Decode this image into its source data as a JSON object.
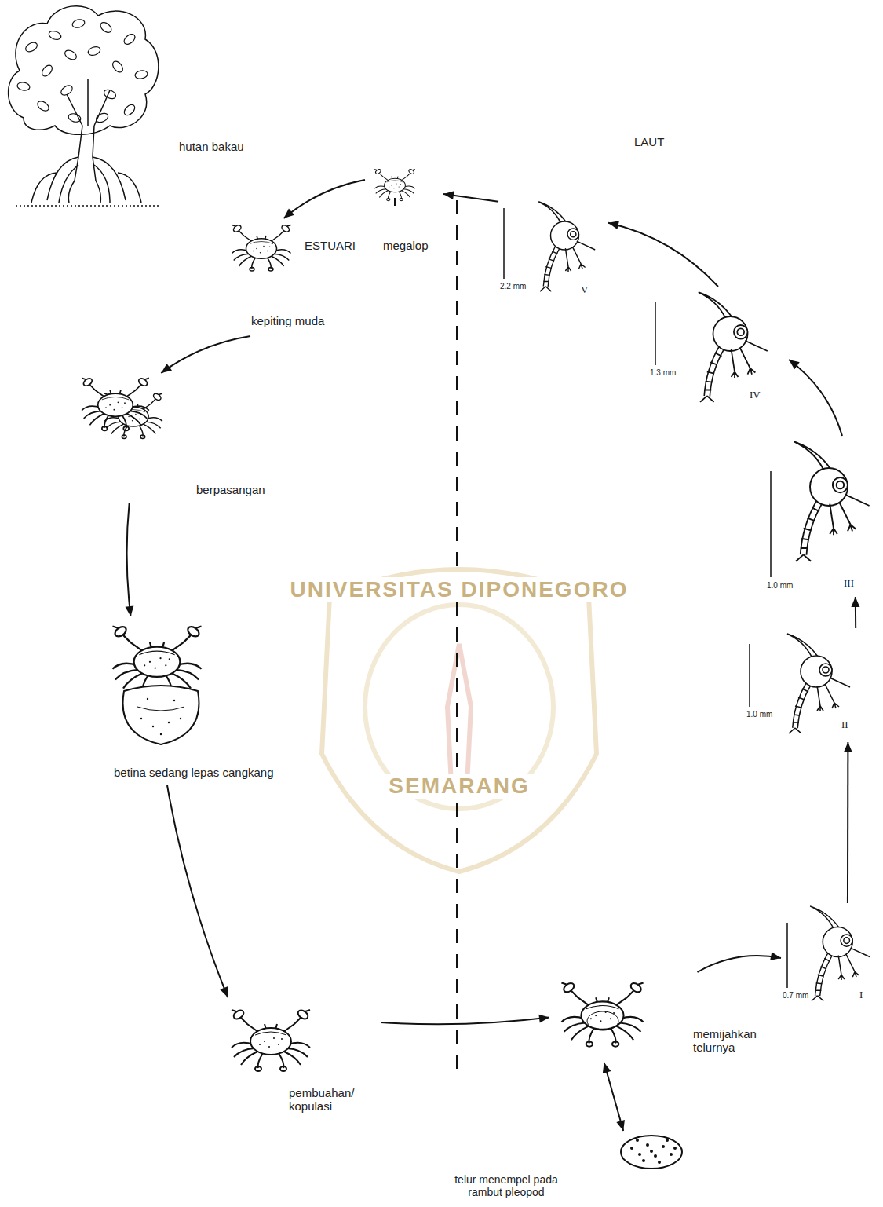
{
  "diagram": {
    "nodes": [
      {
        "text": [
          "hutan bakau"
        ]
      },
      {
        "text": [
          "megalop"
        ]
      },
      {
        "text": [
          "kepiting muda"
        ]
      },
      {
        "text": [
          "berpasangan"
        ]
      },
      {
        "text": [
          "betina sedang lepas cangkang"
        ]
      },
      {
        "text": [
          "pembuahan/ kopulasi"
        ]
      },
      {
        "text": [
          "memijahkan telurnya"
        ]
      },
      {
        "text": [
          "telur menempel pada rambut pleopod"
        ]
      },
      {
        "text": [
          "0.7 mm",
          "I"
        ]
      },
      {
        "text": [
          "1.0 mm",
          "II"
        ]
      },
      {
        "text": [
          "1.0 mm",
          "III"
        ]
      },
      {
        "text": [
          "1.3 mm",
          "IV"
        ]
      },
      {
        "text": [
          "2.2 mm",
          "V"
        ]
      }
    ],
    "edges": [
      {
        "from": 1,
        "to": 2,
        "arrow": "to"
      },
      {
        "from": 2,
        "to": 3,
        "arrow": "to"
      },
      {
        "from": 3,
        "to": 4,
        "arrow": "to"
      },
      {
        "from": 4,
        "to": 5,
        "arrow": "to"
      },
      {
        "from": 5,
        "to": 6,
        "arrow": "to"
      },
      {
        "from": 6,
        "to": 7,
        "arrow": "both"
      },
      {
        "from": 6,
        "to": 8,
        "arrow": "to"
      },
      {
        "from": 8,
        "to": 9,
        "arrow": "to"
      },
      {
        "from": 9,
        "to": 10,
        "arrow": "to"
      },
      {
        "from": 10,
        "to": 11,
        "arrow": "to"
      },
      {
        "from": 11,
        "to": 12,
        "arrow": "to"
      },
      {
        "from": 12,
        "to": 1,
        "arrow": "to"
      }
    ],
    "labels": [
      "LAUT",
      "ESTUARI",
      "UNIVERSITAS DIPONEGORO",
      "SEMARANG"
    ]
  }
}
